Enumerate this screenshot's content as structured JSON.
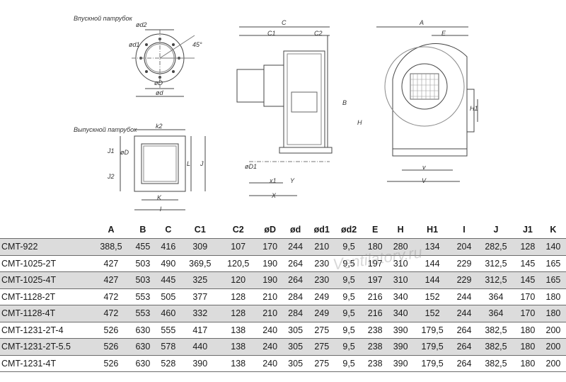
{
  "drawing": {
    "inlet_title": "Впускной патрубок",
    "outlet_title": "Выпускной патрубок",
    "inlet_dims": {
      "d2": "ød2",
      "d1": "ød1",
      "angle": "45°",
      "D": "øD",
      "d": "ød"
    },
    "outlet_dims": {
      "k2": "k2",
      "J1": "J1",
      "oD": "øD",
      "J2": "J2",
      "L": "L",
      "J": "J",
      "K": "K",
      "l": "l"
    },
    "side_dims": {
      "C": "C",
      "C1": "C1",
      "C2": "C2",
      "B": "B",
      "H": "H",
      "D1": "øD1",
      "x1": "x1",
      "Y": "Y",
      "X": "X"
    },
    "front_dims": {
      "A": "A",
      "E": "E",
      "H1": "H1",
      "v": "v",
      "V": "V"
    }
  },
  "table": {
    "headers": [
      "",
      "A",
      "B",
      "C",
      "C1",
      "C2",
      "øD",
      "ød",
      "ød1",
      "ød2",
      "E",
      "H",
      "H1",
      "I",
      "J",
      "J1",
      "K"
    ],
    "rows": [
      [
        "CMT-922",
        "388,5",
        "455",
        "416",
        "309",
        "107",
        "170",
        "244",
        "210",
        "9,5",
        "180",
        "280",
        "134",
        "204",
        "282,5",
        "128",
        "140"
      ],
      [
        "CMT-1025-2T",
        "427",
        "503",
        "490",
        "369,5",
        "120,5",
        "190",
        "264",
        "230",
        "9,5",
        "197",
        "310",
        "144",
        "229",
        "312,5",
        "145",
        "165"
      ],
      [
        "CMT-1025-4T",
        "427",
        "503",
        "445",
        "325",
        "120",
        "190",
        "264",
        "230",
        "9,5",
        "197",
        "310",
        "144",
        "229",
        "312,5",
        "145",
        "165"
      ],
      [
        "CMT-1128-2T",
        "472",
        "553",
        "505",
        "377",
        "128",
        "210",
        "284",
        "249",
        "9,5",
        "216",
        "340",
        "152",
        "244",
        "364",
        "170",
        "180"
      ],
      [
        "CMT-1128-4T",
        "472",
        "553",
        "460",
        "332",
        "128",
        "210",
        "284",
        "249",
        "9,5",
        "216",
        "340",
        "152",
        "244",
        "364",
        "170",
        "180"
      ],
      [
        "CMT-1231-2T-4",
        "526",
        "630",
        "555",
        "417",
        "138",
        "240",
        "305",
        "275",
        "9,5",
        "238",
        "390",
        "179,5",
        "264",
        "382,5",
        "180",
        "200"
      ],
      [
        "CMT-1231-2T-5.5",
        "526",
        "630",
        "578",
        "440",
        "138",
        "240",
        "305",
        "275",
        "9,5",
        "238",
        "390",
        "179,5",
        "264",
        "382,5",
        "180",
        "200"
      ],
      [
        "CMT-1231-4T",
        "526",
        "630",
        "528",
        "390",
        "138",
        "240",
        "305",
        "275",
        "9,5",
        "238",
        "390",
        "179,5",
        "264",
        "382,5",
        "180",
        "200"
      ]
    ]
  },
  "watermark": "Ventilatory.ru"
}
